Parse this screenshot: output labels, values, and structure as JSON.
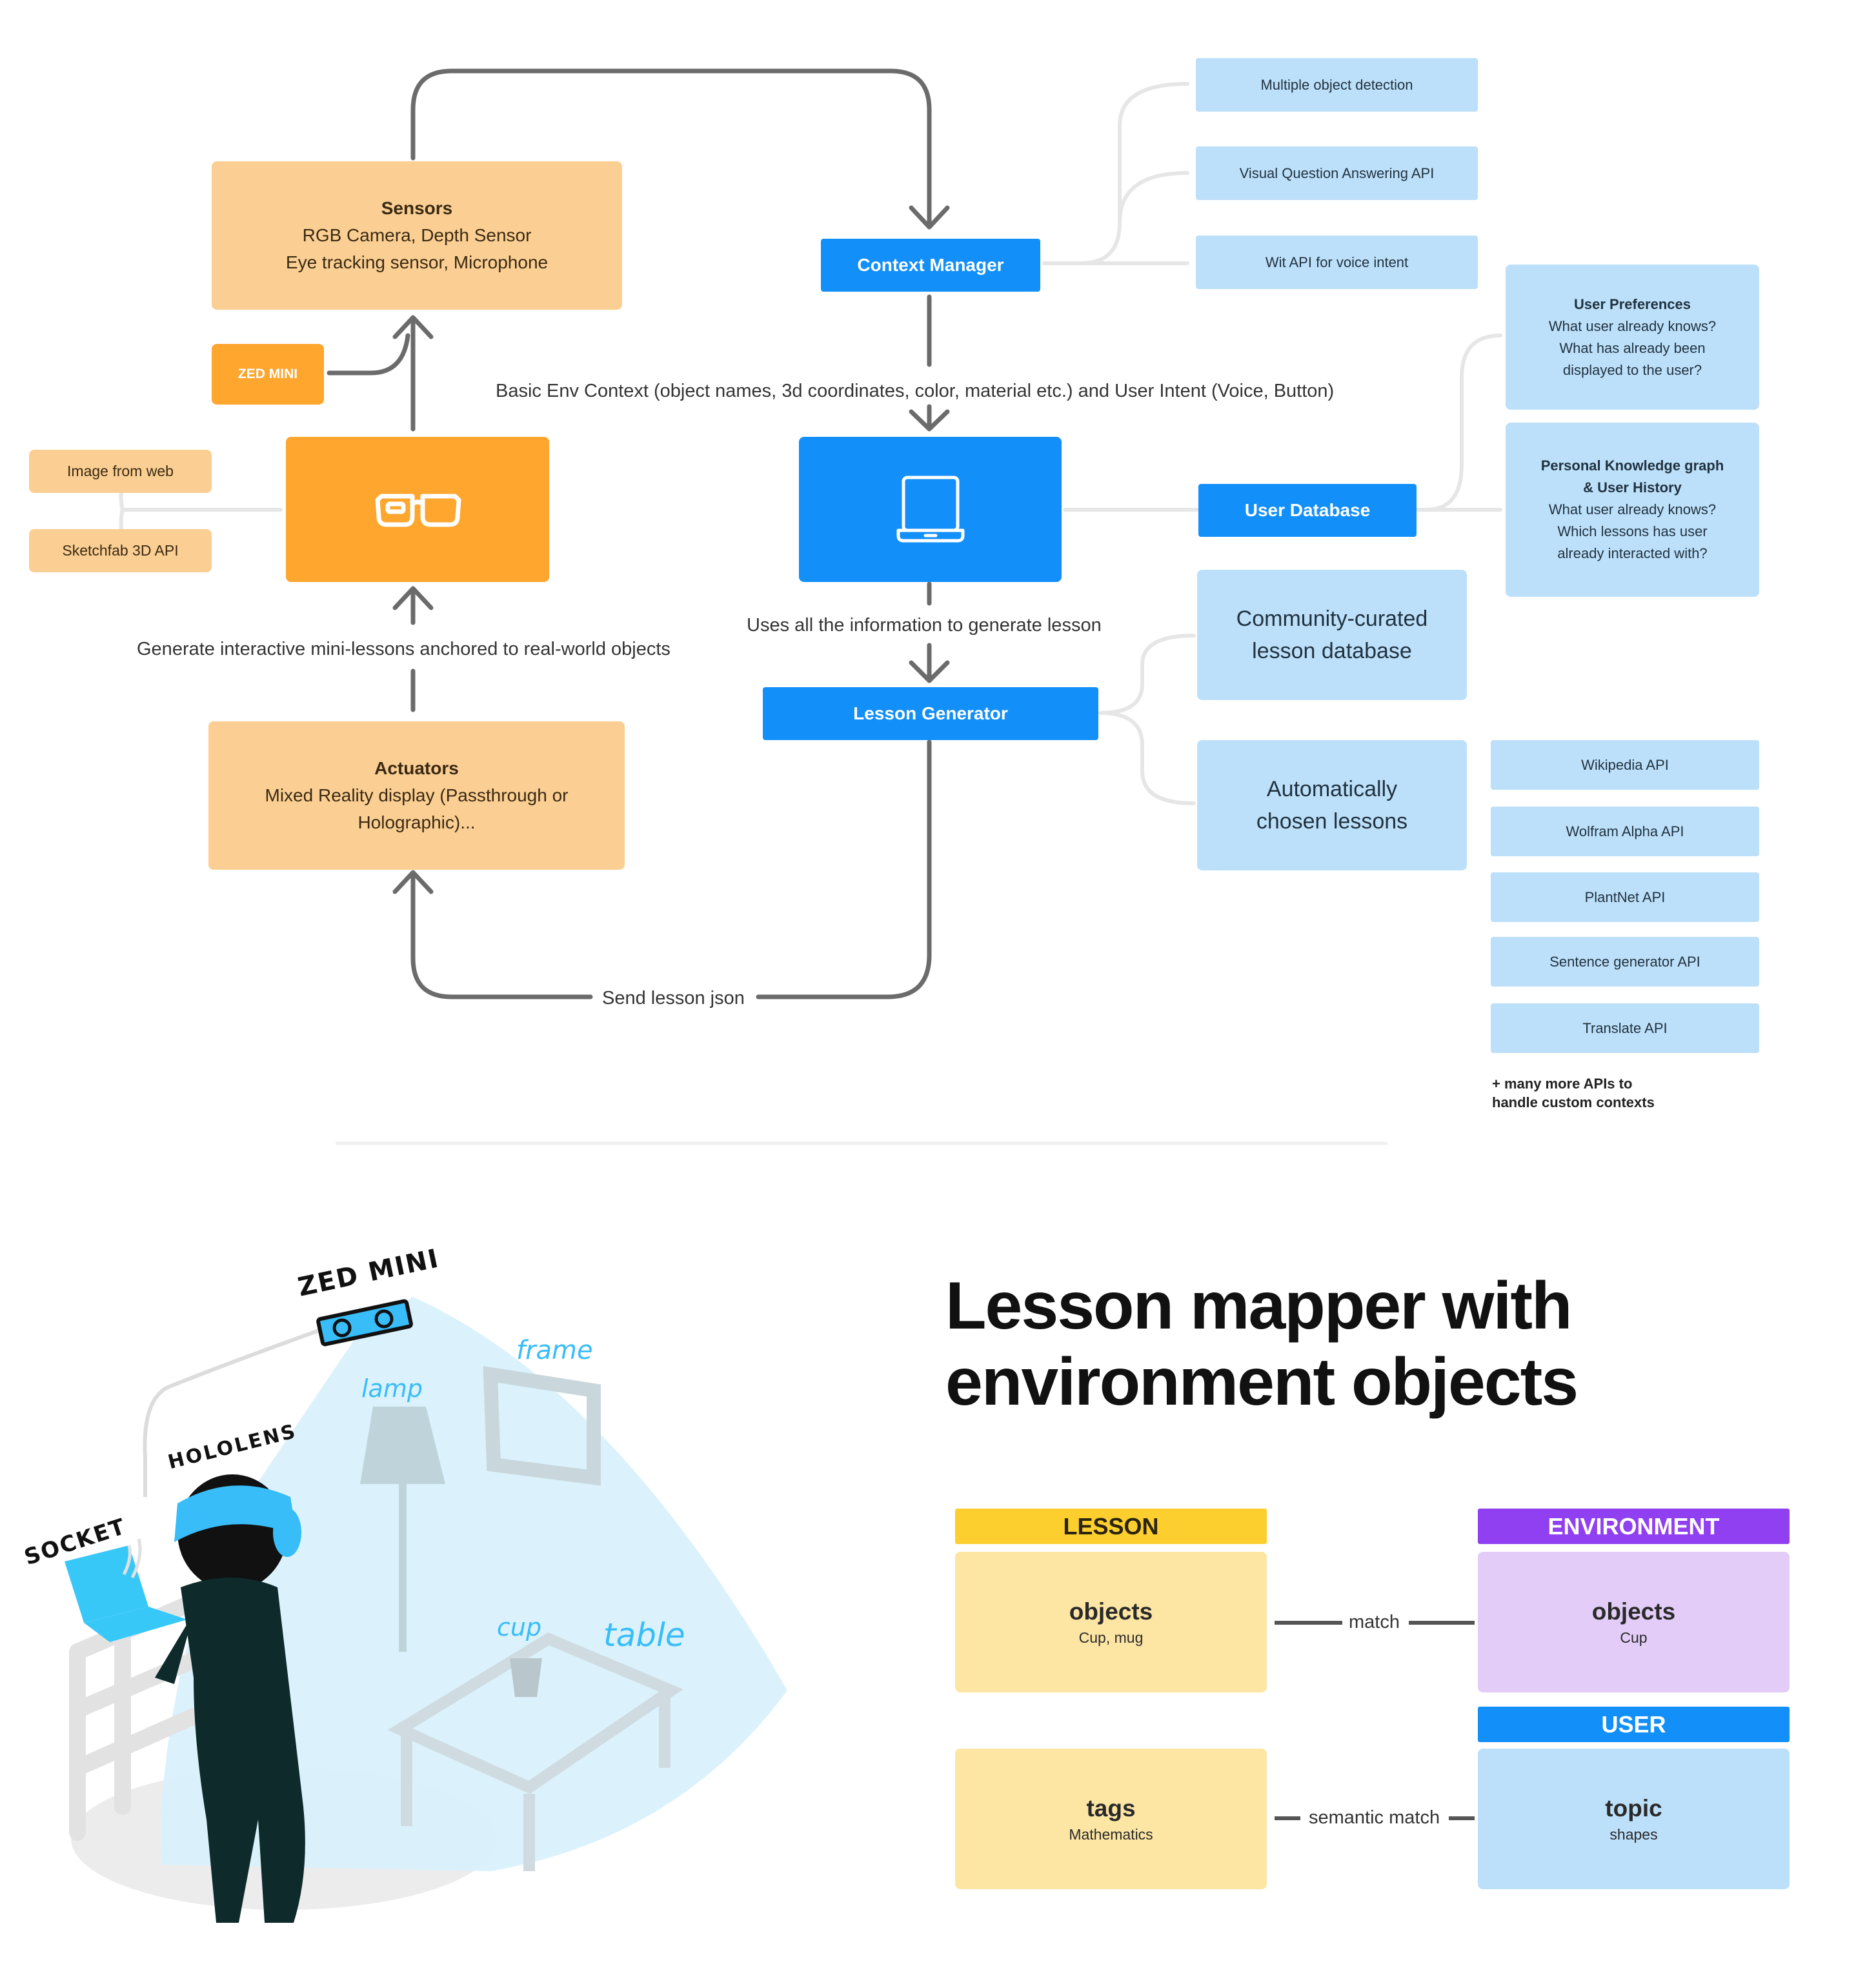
{
  "diagram": {
    "sensors": {
      "title": "Sensors",
      "line1": "RGB Camera, Depth Sensor",
      "line2": "Eye tracking sensor, Microphone"
    },
    "zed_mini": "ZED MINI",
    "image_from_web": "Image from web",
    "sketchfab": "Sketchfab 3D API",
    "actuators": {
      "title": "Actuators",
      "line1": "Mixed Reality display (Passthrough or",
      "line2": "Holographic)..."
    },
    "generate_label": "Generate interactive mini-lessons anchored to real-world objects",
    "context_manager": "Context Manager",
    "basic_env_label": "Basic Env Context (object names, 3d coordinates, color, material etc.) and User Intent (Voice, Button)",
    "uses_info_label": "Uses all the information to generate lesson",
    "lesson_generator": "Lesson Generator",
    "send_lesson_label": "Send lesson json",
    "context_apis": [
      "Multiple object detection",
      "Visual Question Answering API",
      "Wit API for voice intent"
    ],
    "user_database": "User Database",
    "user_preferences": {
      "title": "User Preferences",
      "line1": "What user already knows?",
      "line2": "What has already been",
      "line3": "displayed to the user?"
    },
    "knowledge_graph": {
      "title1": "Personal Knowledge graph",
      "title2": "& User History",
      "line1": "What user already knows?",
      "line2": "Which lessons has user",
      "line3": "already interacted with?"
    },
    "community": {
      "line1": "Community-curated",
      "line2": "lesson database"
    },
    "automatic": {
      "line1": "Automatically",
      "line2": "chosen lessons"
    },
    "lesson_apis": [
      "Wikipedia API",
      "Wolfram Alpha API",
      "PlantNet API",
      "Sentence generator API",
      "Translate API"
    ],
    "more_apis": {
      "line1": "+ many more APIs to",
      "line2": "handle custom contexts"
    }
  },
  "sketch": {
    "zed_mini": "ZED MINI",
    "hololens": "HOLOLENS",
    "socket": "SOCKET",
    "frame": "frame",
    "lamp": "lamp",
    "cup": "cup",
    "table": "table"
  },
  "mapper": {
    "title_line1": "Lesson mapper with",
    "title_line2": "environment objects",
    "lesson_header": "LESSON",
    "environment_header": "ENVIRONMENT",
    "user_header": "USER",
    "lesson_objects": {
      "title": "objects",
      "sub": "Cup, mug"
    },
    "lesson_tags": {
      "title": "tags",
      "sub": "Mathematics"
    },
    "env_objects": {
      "title": "objects",
      "sub": "Cup"
    },
    "user_topic": {
      "title": "topic",
      "sub": "shapes"
    },
    "match_label": "match",
    "semantic_label": "semantic match"
  },
  "colors": {
    "orange_light": "#fbcf93",
    "orange_strong": "#fea62e",
    "blue_strong": "#128ff8",
    "blue_light": "#bde0fa",
    "lesson_yellow": "#fdcf2e",
    "env_purple": "#9040f0",
    "user_blue": "#128ff8"
  }
}
